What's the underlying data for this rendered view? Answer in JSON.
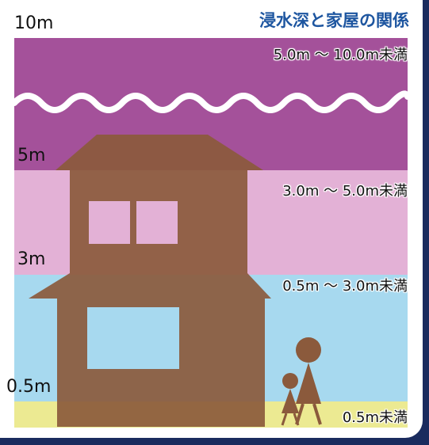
{
  "title": "浸水深と家屋の関係",
  "scale_labels": {
    "m10": "10m",
    "m5": "5m",
    "m3": "3m",
    "m05": "0.5m"
  },
  "ranges": [
    {
      "label": "5.0m 〜 10.0m未満",
      "color": "#a4519a"
    },
    {
      "label": "3.0m 〜 5.0m未満",
      "color": "#e3b1d6"
    },
    {
      "label": "0.5m 〜 3.0m未満",
      "color": "#a7d9ef"
    },
    {
      "label": "0.5m未満",
      "color": "#ecea92"
    }
  ],
  "colors": {
    "house": "#8b5a3c",
    "window_upper": "#e3b1d6",
    "window_lower": "#a7d9ef",
    "wave": "#ffffff",
    "title": "#1e56a0",
    "frame": "#1a2b5e"
  }
}
